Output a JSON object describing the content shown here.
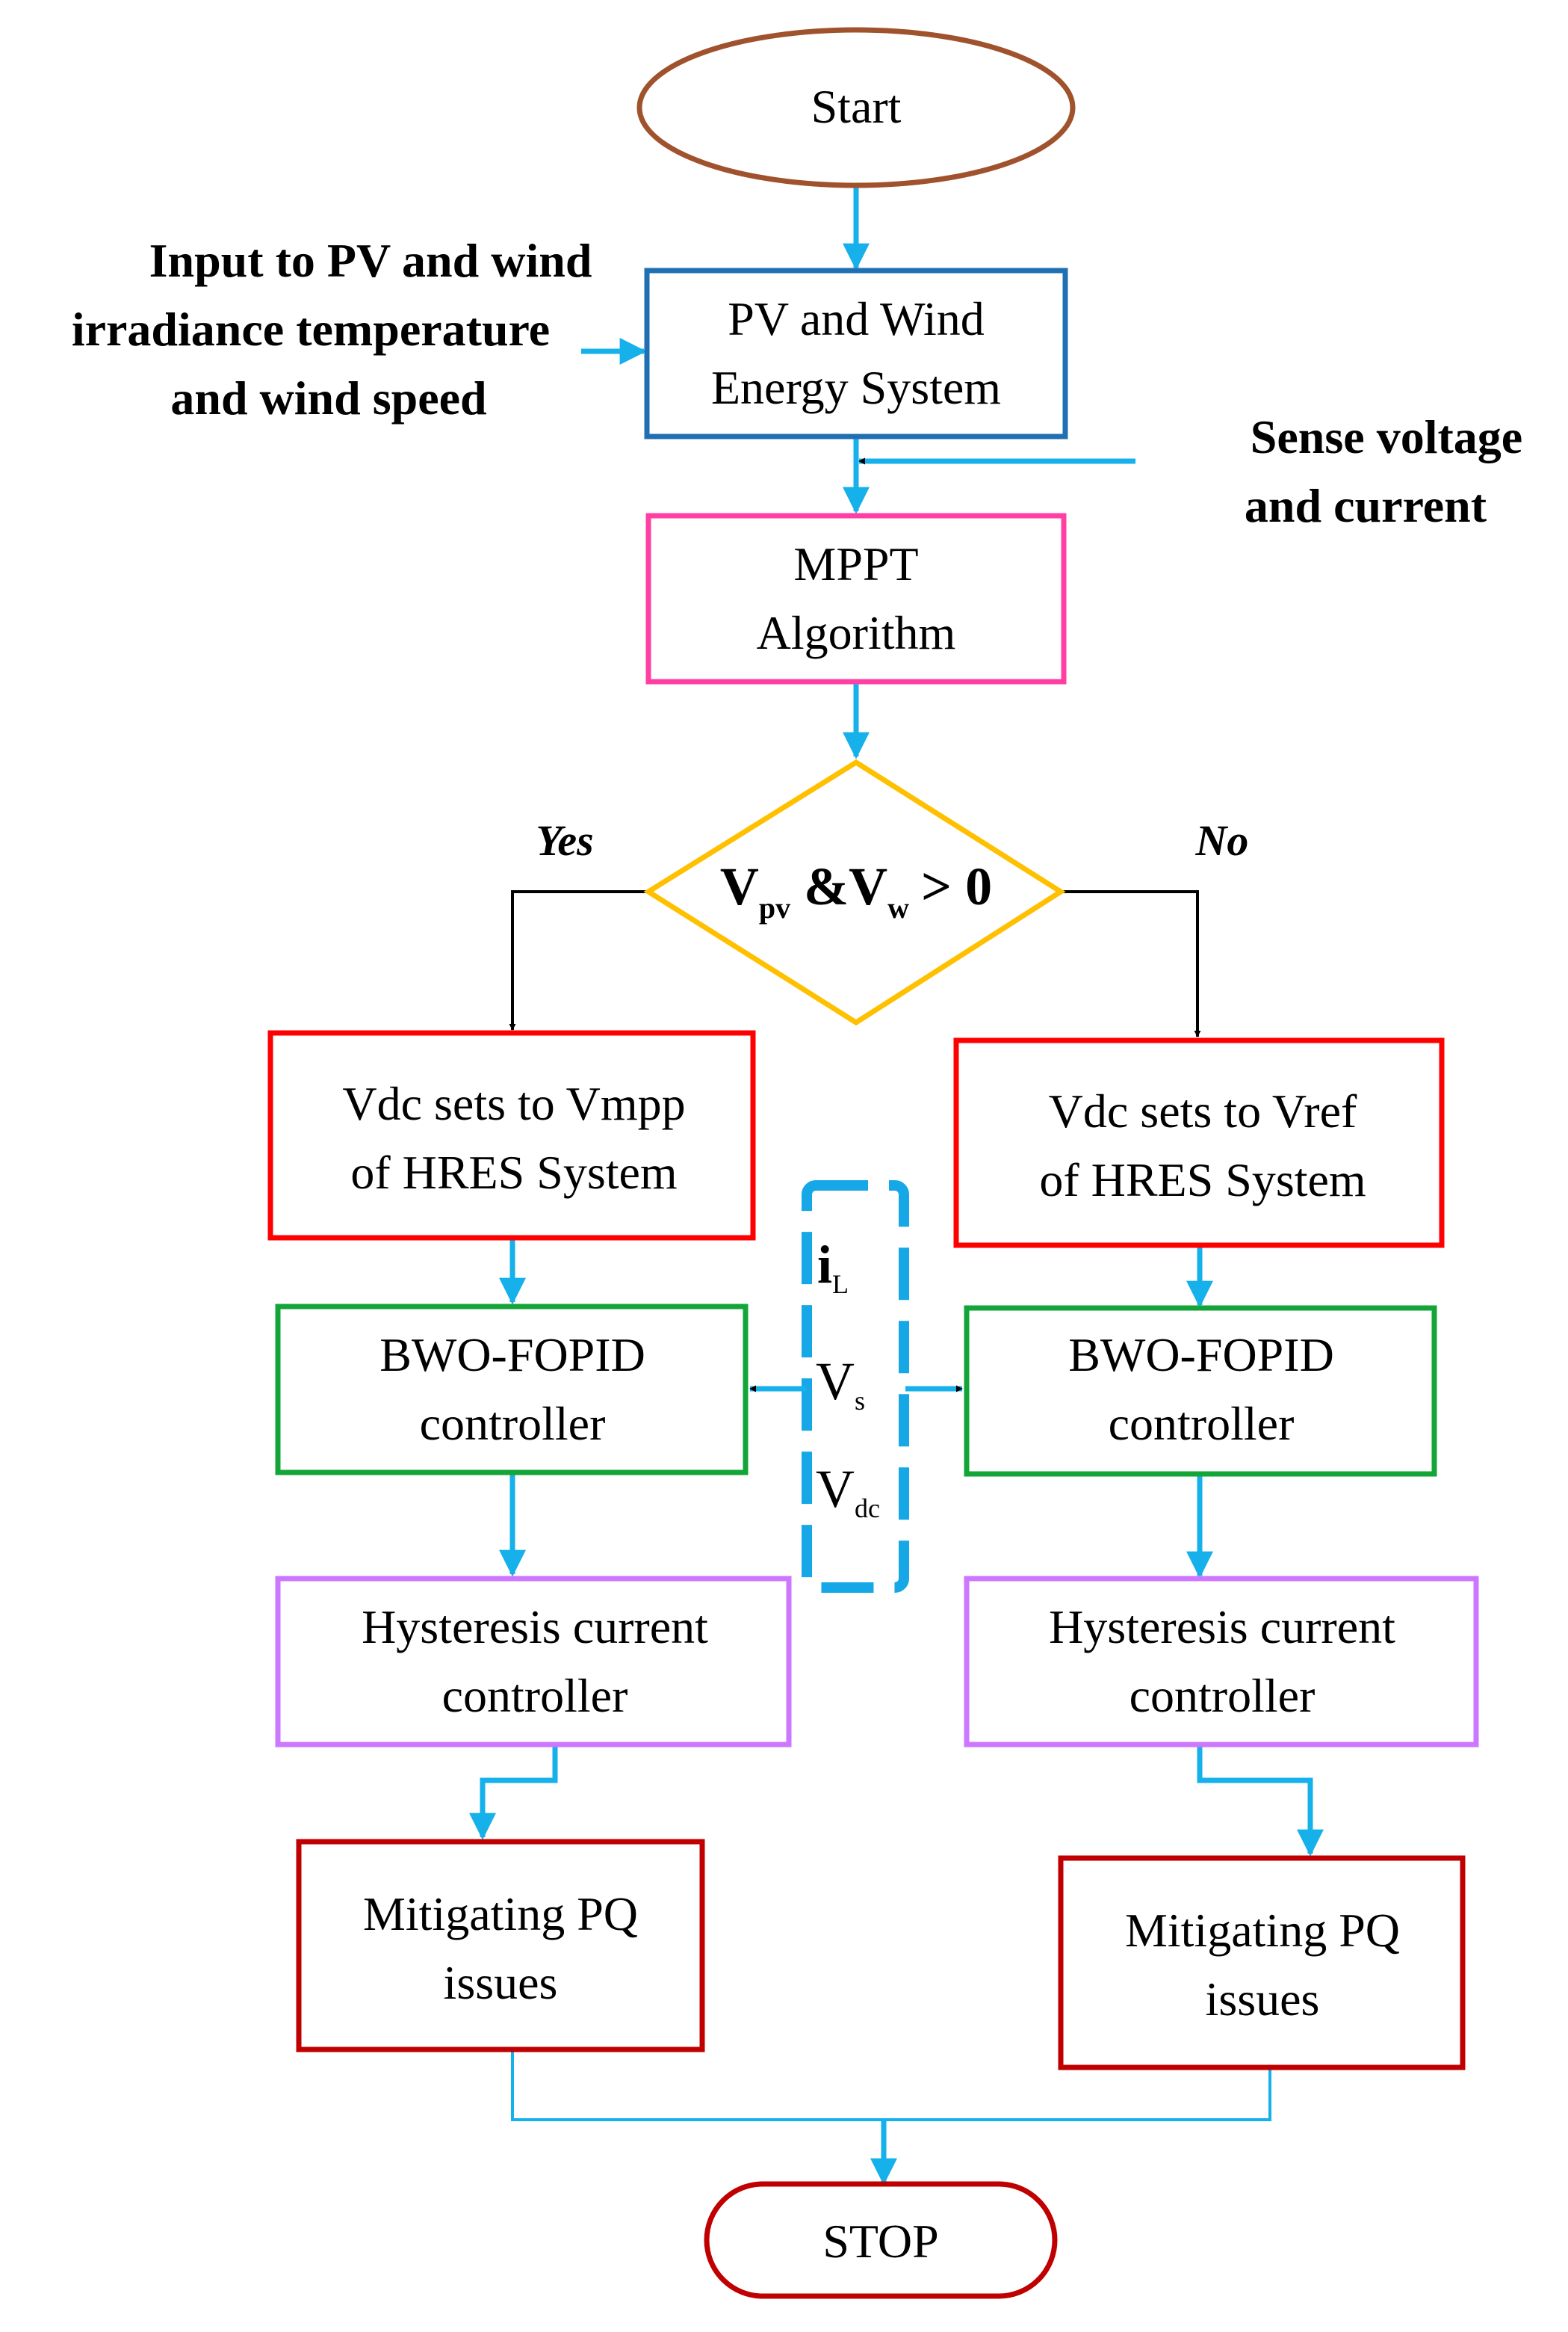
{
  "start": "Start",
  "pv_wind": {
    "line1": "PV and Wind",
    "line2": "Energy System"
  },
  "input_note": {
    "line1": "Input to PV and wind",
    "line2": "irradiance temperature",
    "line3": "and wind speed"
  },
  "sense_note": {
    "line1": "Sense voltage",
    "line2": "and current"
  },
  "mppt": {
    "line1": "MPPT",
    "line2": "Algorithm"
  },
  "decision": {
    "v": "V",
    "pv": "pv",
    "amp": "&",
    "w": "w",
    "gt": "> 0"
  },
  "yes": "Yes",
  "no": "No",
  "left": {
    "vdc": {
      "line1": "Vdc sets to Vmpp",
      "line2": "of HRES System"
    },
    "bwo": {
      "line1": "BWO-FOPID",
      "line2": "controller"
    },
    "hyst": {
      "line1": "Hysteresis current",
      "line2": "controller"
    },
    "mitig": {
      "line1": "Mitigating PQ",
      "line2": "issues"
    }
  },
  "right": {
    "vdc": {
      "line1": "Vdc sets to Vref",
      "line2": "of HRES System"
    },
    "bwo": {
      "line1": "BWO-FOPID",
      "line2": "controller"
    },
    "hyst": {
      "line1": "Hysteresis current",
      "line2": "controller"
    },
    "mitig": {
      "line1": "Mitigating PQ",
      "line2": "issues"
    }
  },
  "signals": {
    "i": "i",
    "i_sub": "L",
    "vs": "V",
    "vs_sub": "s",
    "vdc": "V",
    "vdc_sub": "dc"
  },
  "stop": "STOP",
  "colors": {
    "start": "#a0522d",
    "pv_box": "#1f6fb2",
    "mppt_box": "#ff3fa4",
    "decision": "#ffc000",
    "vdc_box": "#ff0000",
    "bwo_box": "#13a538",
    "hyst_box": "#cc77ff",
    "mitig_box": "#c00000",
    "stop": "#c00000",
    "connector": "#16b0ea",
    "dashed": "#16a8e6"
  }
}
